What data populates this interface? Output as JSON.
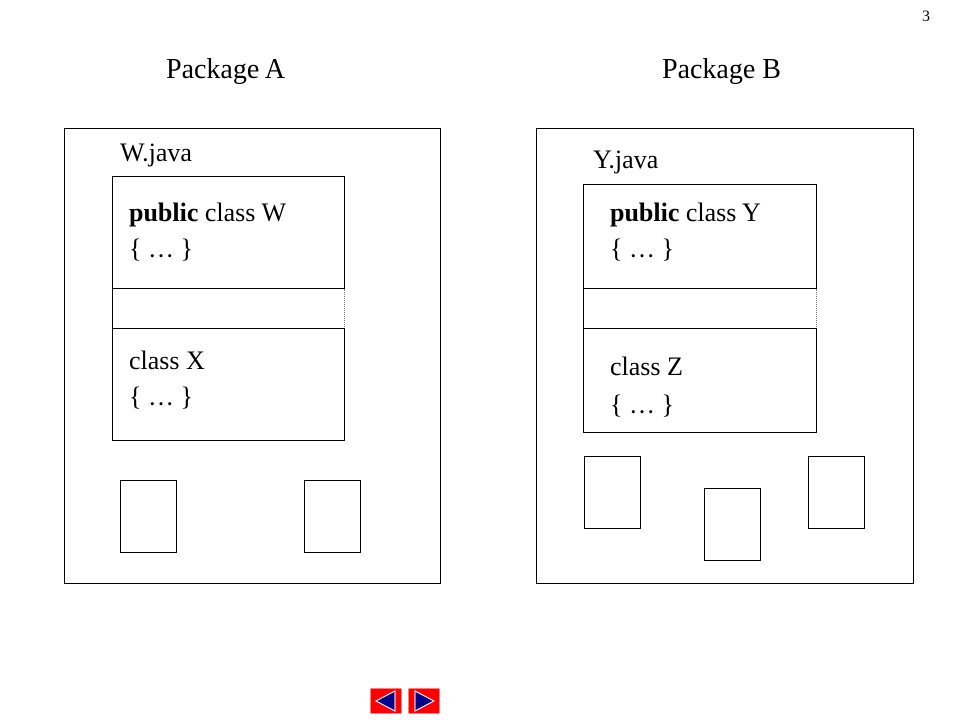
{
  "slide_number": "3",
  "packages": [
    {
      "title": "Package A",
      "file": "W.java",
      "public_class": {
        "keyword": "public",
        "decl": " class W",
        "body": "{ … }"
      },
      "inner_class": {
        "decl": "class X",
        "body": "{ … }"
      }
    },
    {
      "title": "Package B",
      "file": "Y.java",
      "public_class": {
        "keyword": "public",
        "decl": " class Y",
        "body": "{ … }"
      },
      "inner_class": {
        "decl": "class Z",
        "body": "{ … }"
      }
    }
  ],
  "navigation": {
    "prev_icon": "triangle-left-icon",
    "next_icon": "triangle-right-icon",
    "color": "#ff0000"
  }
}
